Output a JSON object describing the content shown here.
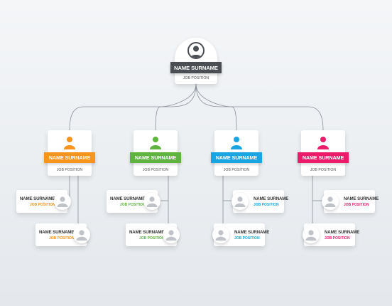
{
  "colors": {
    "dark": "#4b4e53",
    "orange": "#f7941d",
    "green": "#5fb440",
    "blue": "#1aa5e2",
    "pink": "#ec1c6a",
    "grey": "#bfc3c8"
  },
  "top": {
    "name": "NAME SURNAME",
    "position": "JOB POSITION",
    "icon": "person-icon"
  },
  "branches": [
    {
      "name": "NAME SURNAME",
      "position": "JOB POSITION",
      "color": "orange",
      "children": [
        {
          "name": "NAME SURNAME",
          "position": "JOB POSITION"
        },
        {
          "name": "NAME SURNAME",
          "position": "JOB POSITION"
        }
      ]
    },
    {
      "name": "NAME SURNAME",
      "position": "JOB POSITION",
      "color": "green",
      "children": [
        {
          "name": "NAME SURNAME",
          "position": "JOB POSITION"
        },
        {
          "name": "NAME SURNAME",
          "position": "JOB POSITION"
        }
      ]
    },
    {
      "name": "NAME SURNAME",
      "position": "JOB POSITION",
      "color": "blue",
      "children": [
        {
          "name": "NAME SURNAME",
          "position": "JOB POSITION"
        },
        {
          "name": "NAME SURNAME",
          "position": "JOB POSITION"
        }
      ]
    },
    {
      "name": "NAME SURNAME",
      "position": "JOB POSITION",
      "color": "pink",
      "children": [
        {
          "name": "NAME SURNAME",
          "position": "JOB POSITION"
        },
        {
          "name": "NAME SURNAME",
          "position": "JOB POSITION"
        }
      ]
    }
  ]
}
